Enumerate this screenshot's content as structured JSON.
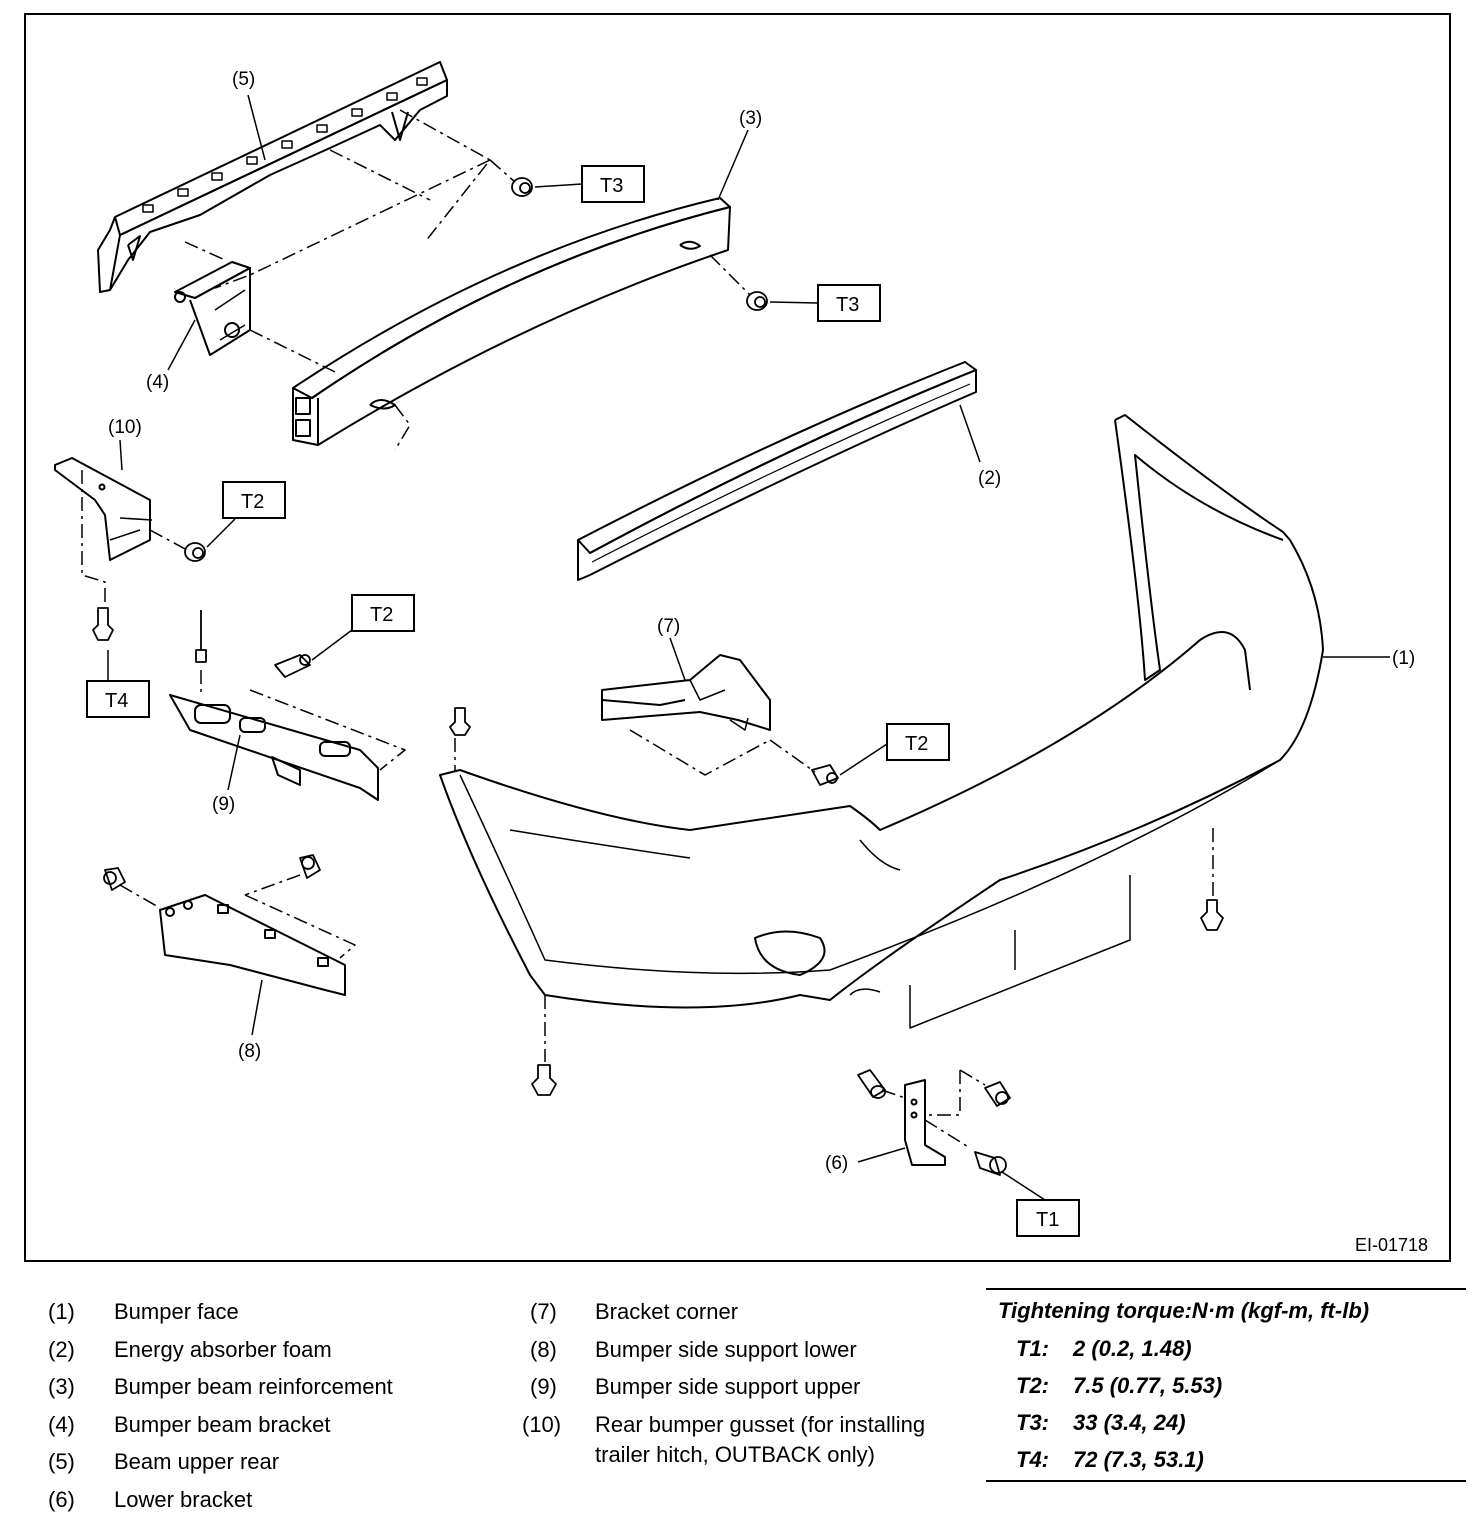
{
  "figure_id": "EI-01718",
  "callouts": {
    "c1": "(1)",
    "c2": "(2)",
    "c3": "(3)",
    "c4": "(4)",
    "c5": "(5)",
    "c6": "(6)",
    "c7": "(7)",
    "c8": "(8)",
    "c9": "(9)",
    "c10": "(10)"
  },
  "torque_tags": {
    "t1": "T1",
    "t2": "T2",
    "t3": "T3",
    "t4": "T4"
  },
  "legend": {
    "left": [
      {
        "num": "(1)",
        "label": "Bumper face"
      },
      {
        "num": "(2)",
        "label": "Energy absorber foam"
      },
      {
        "num": "(3)",
        "label": "Bumper beam reinforcement"
      },
      {
        "num": "(4)",
        "label": "Bumper beam bracket"
      },
      {
        "num": "(5)",
        "label": "Beam upper rear"
      },
      {
        "num": "(6)",
        "label": "Lower bracket"
      }
    ],
    "middle": [
      {
        "num": "(7)",
        "label": "Bracket corner"
      },
      {
        "num": "(8)",
        "label": "Bumper side support lower"
      },
      {
        "num": "(9)",
        "label": "Bumper side support upper"
      },
      {
        "num": "(10)",
        "label": "Rear bumper gusset (for installing",
        "label2": "trailer hitch, OUTBACK only)"
      }
    ]
  },
  "torque": {
    "title": "Tightening torque:N·m (kgf-m, ft-lb)",
    "rows": [
      {
        "key": "T1:",
        "value": "2 (0.2, 1.48)"
      },
      {
        "key": "T2:",
        "value": "7.5 (0.77, 5.53)"
      },
      {
        "key": "T3:",
        "value": "33 (3.4, 24)"
      },
      {
        "key": "T4:",
        "value": "72 (7.3, 53.1)"
      }
    ]
  }
}
